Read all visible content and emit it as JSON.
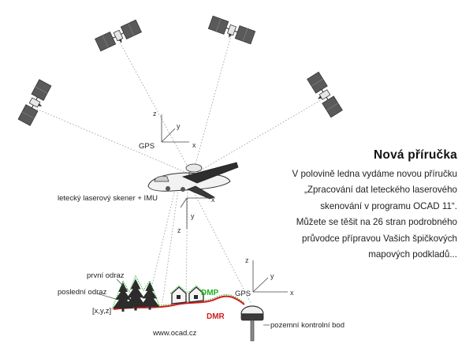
{
  "diagram": {
    "labels": {
      "gps_aircraft": "GPS",
      "scanner_imu": "letecký laserový skener + IMU",
      "first_return": "první odraz",
      "last_return": "poslední odraz",
      "coordinates": "[x,y,z]",
      "dmp": "DMP",
      "dmr": "DMR",
      "website": "www.ocad.cz",
      "gps_ground": "GPS",
      "ground_control": "pozemní kontrolní bod"
    },
    "axes": {
      "x": "x",
      "y": "y",
      "z": "z"
    }
  },
  "announcement": {
    "title": "Nová příručka",
    "lines": [
      "V polovině ledna vydáme novou příručku",
      "„Zpracování dat leteckého laserového",
      "skenování v programu OCAD 11“.",
      "Můžete se těšit na 26 stran podrobného",
      "průvodce přípravou Vašich špičkových",
      "mapových podkladů..."
    ]
  },
  "colors": {
    "dmp": "#22b022",
    "dmr": "#d21d1d",
    "satellite_panel": "#555555",
    "tree": "#2a2a2a"
  }
}
